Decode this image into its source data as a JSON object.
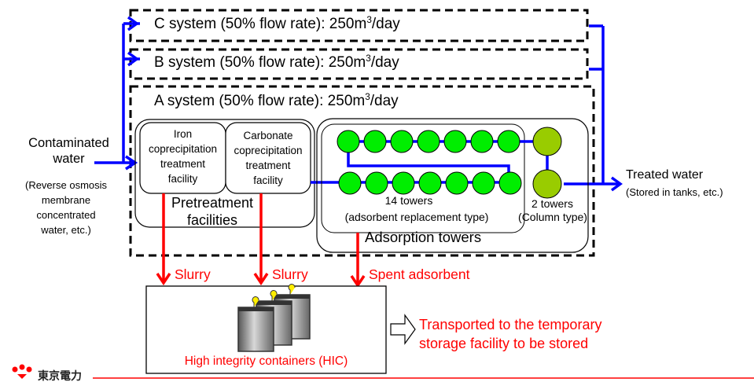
{
  "systems": [
    {
      "id": "C",
      "label": "C system (50% flow rate): 250m",
      "sup": "3",
      "unit": "/day"
    },
    {
      "id": "B",
      "label": "B system (50% flow rate): 250m",
      "sup": "3",
      "unit": "/day"
    },
    {
      "id": "A",
      "label": "A system (50% flow rate): 250m",
      "sup": "3",
      "unit": "/day"
    }
  ],
  "input": {
    "title_line1": "Contaminated",
    "title_line2": "water",
    "note_lines": [
      "(Reverse osmosis",
      "membrane",
      "concentrated",
      "water, etc.)"
    ]
  },
  "output": {
    "title": "Treated water",
    "note": "(Stored in tanks, etc.)"
  },
  "pretreatment": {
    "group_label_line1": "Pretreatment",
    "group_label_line2": "facilities",
    "facilities": [
      {
        "lines": [
          "Iron",
          "coprecipitation",
          "treatment",
          "facility"
        ]
      },
      {
        "lines": [
          "Carbonate",
          "coprecipitation",
          "treatment",
          "facility"
        ]
      }
    ]
  },
  "adsorption": {
    "group_label": "Adsorption towers",
    "replacement": {
      "count_label": "14 towers",
      "type_label": "(adsorbent replacement type)",
      "towers": 14,
      "color": "#00ee00"
    },
    "column": {
      "count_label": "2 towers",
      "type_label": "(Column type)",
      "towers": 2,
      "color": "#99cc00"
    }
  },
  "waste_flows": [
    {
      "label": "Slurry"
    },
    {
      "label": "Slurry"
    },
    {
      "label": "Spent adsorbent"
    }
  ],
  "hic": {
    "label": "High integrity containers (HIC)",
    "containers": 3
  },
  "transport": {
    "line1": "Transported to the temporary",
    "line2": "storage facility to be stored"
  },
  "footer": {
    "logo": "東京電力"
  },
  "colors": {
    "water_flow": "#0000ff",
    "waste_flow": "#ff0000",
    "replacement_tower": "#00ee00",
    "column_tower": "#99cc00",
    "waste_text": "#ff0000"
  }
}
